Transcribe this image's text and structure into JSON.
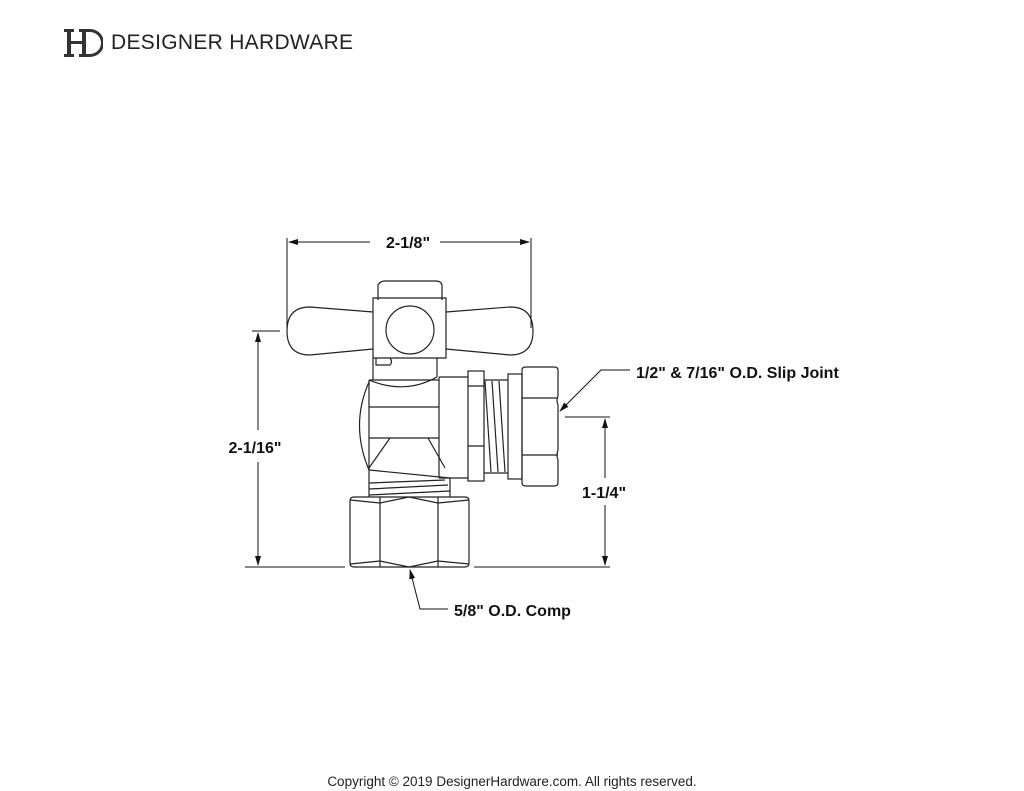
{
  "brand": {
    "logo_letters": "DH",
    "name": "DESIGNER HARDWARE"
  },
  "dimensions": {
    "width": "2-1/8\"",
    "height": "2-1/16\"",
    "outlet_height": "1-1/4\"",
    "outlet_label": "1/2\" & 7/16\" O.D. Slip Joint",
    "inlet_label": "5/8\" O.D. Comp"
  },
  "footer": {
    "copyright": "Copyright © 2019 DesignerHardware.com. All rights reserved."
  },
  "colors": {
    "line": "#222222",
    "text": "#111111"
  }
}
